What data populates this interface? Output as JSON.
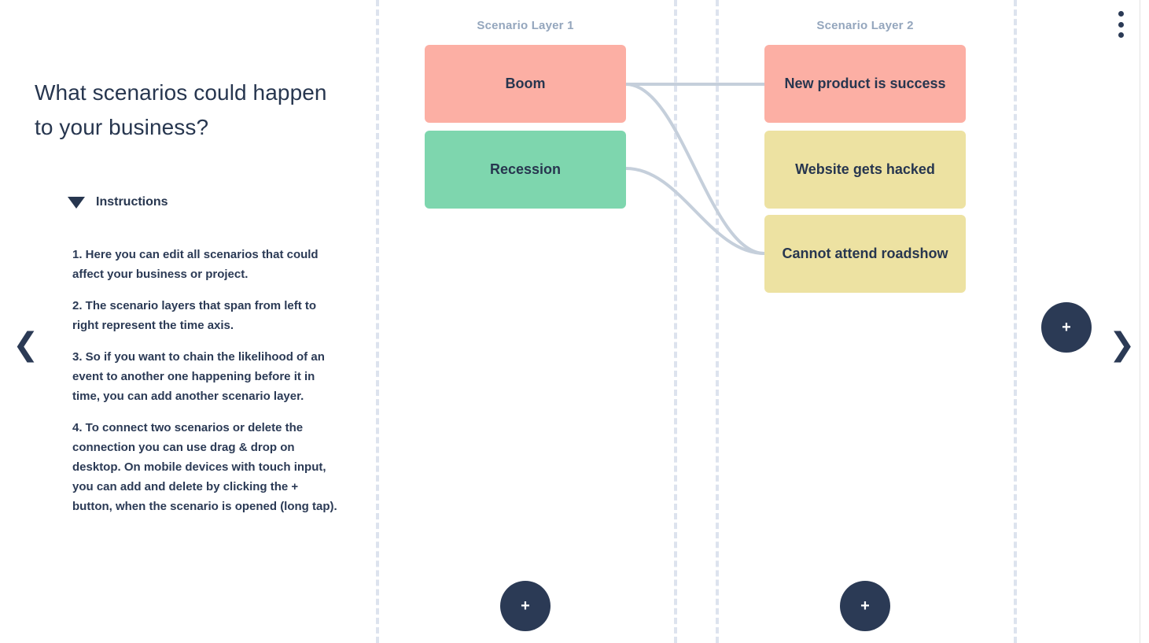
{
  "page": {
    "title": "What scenarios could happen to your business?"
  },
  "instructions": {
    "toggle_label": "Instructions",
    "caret_icon": "caret-down-icon",
    "items": [
      "1. Here you can edit all scenarios that could affect your business or project.",
      "2. The scenario layers that span from left to right represent the time axis.",
      "3. So if you want to chain the likelihood of an event to another one happening before it in time, you can add another scenario layer.",
      "4. To connect two scenarios or delete the connection you can use drag & drop on desktop. On mobile devices with touch input, you can add and delete by clicking the + button, when the scenario is opened (long tap)."
    ]
  },
  "canvas": {
    "layers": [
      {
        "header": "Scenario Layer 1",
        "add_label": "+",
        "cards": [
          {
            "label": "Boom",
            "color": "#fcafa4"
          },
          {
            "label": "Recession",
            "color": "#7ed6ae"
          }
        ]
      },
      {
        "header": "Scenario Layer 2",
        "add_label": "+",
        "cards": [
          {
            "label": "New product is success",
            "color": "#fcafa4"
          },
          {
            "label": "Website gets hacked",
            "color": "#ede2a2"
          },
          {
            "label": "Cannot attend roadshow",
            "color": "#ede2a2"
          }
        ]
      }
    ],
    "add_layer_label": "+",
    "connector_color": "#c5cfdb",
    "divider_color": "#dde3ee",
    "connections": [
      {
        "from": "Boom",
        "to": "New product is success"
      },
      {
        "from": "Boom",
        "to": "Cannot attend roadshow"
      },
      {
        "from": "Recession",
        "to": "Cannot attend roadshow"
      }
    ]
  },
  "nav": {
    "prev_icon": "❮",
    "next_icon": "❯",
    "menu_icon": "kebab-menu-icon"
  },
  "theme": {
    "text_dark": "#27364f",
    "text_muted": "#94a6bd",
    "accent_dark": "#2b3a55"
  }
}
